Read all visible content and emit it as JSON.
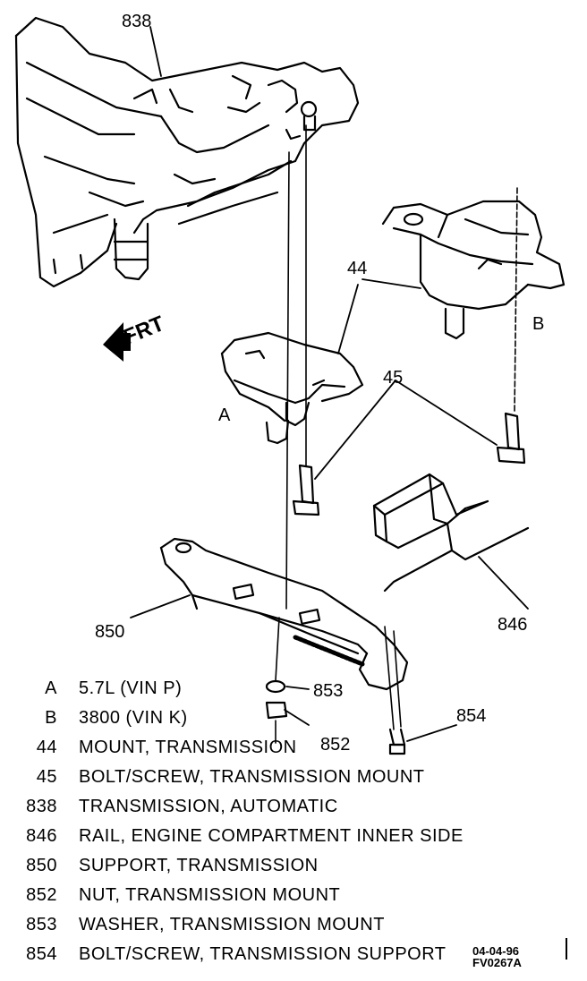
{
  "callouts": {
    "c838": "838",
    "c44": "44",
    "c45": "45",
    "cA": "A",
    "cB": "B",
    "c850": "850",
    "c846": "846",
    "c853": "853",
    "c852": "852",
    "c854": "854"
  },
  "direction_label": "FRT",
  "legend": [
    {
      "key": "A",
      "desc": "5.7L (VIN P)"
    },
    {
      "key": "B",
      "desc": "3800 (VIN K)"
    },
    {
      "key": "44",
      "desc": "MOUNT, TRANSMISSION"
    },
    {
      "key": "45",
      "desc": "BOLT/SCREW, TRANSMISSION MOUNT"
    },
    {
      "key": "838",
      "desc": "TRANSMISSION, AUTOMATIC"
    },
    {
      "key": "846",
      "desc": "RAIL, ENGINE COMPARTMENT INNER SIDE"
    },
    {
      "key": "850",
      "desc": "SUPPORT, TRANSMISSION"
    },
    {
      "key": "852",
      "desc": "NUT, TRANSMISSION MOUNT"
    },
    {
      "key": "853",
      "desc": "WASHER, TRANSMISSION MOUNT"
    },
    {
      "key": "854",
      "desc": "BOLT/SCREW, TRANSMISSION SUPPORT"
    }
  ],
  "stamp": {
    "date": "04-04-96",
    "code": "FV0267A"
  }
}
